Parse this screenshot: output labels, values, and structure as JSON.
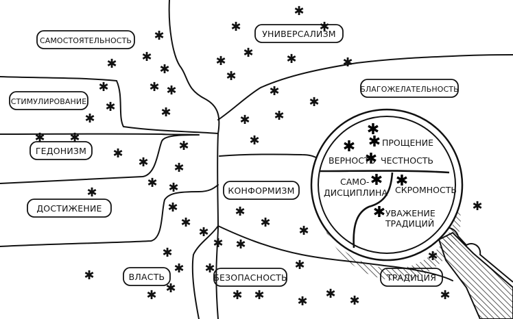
{
  "regions": {
    "self_direction": "САМОСТОЯТЕЛЬНОСТЬ",
    "universalism": "УНИВЕРСАЛИЗМ",
    "stimulation": "СТИМУЛИРОВАНИЕ",
    "benevolence": "БЛАГОЖЕЛАТЕЛЬНОСТЬ",
    "hedonism": "ГЕДОНИЗМ",
    "achievement": "ДОСТИЖЕНИЕ",
    "conformity": "КОНФОРМИЗМ",
    "power": "ВЛАСТЬ",
    "security": "БЕЗОПАСНОСТЬ",
    "tradition": "ТРАДИЦИЯ"
  },
  "magnifier": {
    "forgiveness": "ПРОЩЕНИЕ",
    "loyalty": "ВЕРНОСТЬ",
    "honesty": "ЧЕСТНОСТЬ",
    "self_discipline_1": "САМО-",
    "self_discipline_2": "ДИСЦИПЛИНА",
    "modesty": "СКРОМНОСТЬ",
    "respect_tradition_1": "УВАЖЕНИЕ",
    "respect_tradition_2": "ТРАДИЦИЙ"
  },
  "icons": {
    "value_marker": "asterisk",
    "magnifier": "magnifying-glass"
  },
  "colors": {
    "ink": "#111111",
    "paper": "#ffffff"
  }
}
